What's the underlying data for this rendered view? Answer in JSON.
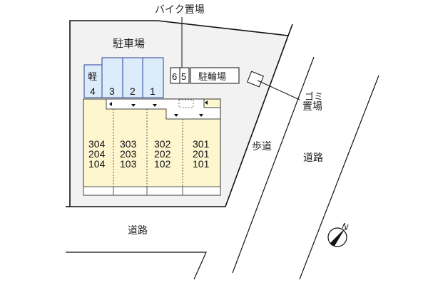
{
  "colors": {
    "lot_fill": "#f2f2f2",
    "parking_fill": "#dcecfb",
    "parking_stroke": "#2a3f9a",
    "building_fill": "#fdf6cf",
    "building_stroke": "#555555",
    "line": "#111111",
    "background": "#ffffff"
  },
  "labels": {
    "parking_lot": "駐車場",
    "bike_parking": "バイク置場",
    "bicycle_parking": "駐輪場",
    "garbage_area_line1": "ゴミ",
    "garbage_area_line2": "置場",
    "sidewalk": "歩道",
    "road_east": "道路",
    "road_south": "道路",
    "compass_north": "N"
  },
  "parking_spaces": [
    {
      "top": "軽",
      "number": "4"
    },
    {
      "top": "",
      "number": "3"
    },
    {
      "top": "",
      "number": "2"
    },
    {
      "top": "",
      "number": "1"
    }
  ],
  "bike_spaces": [
    "6",
    "5"
  ],
  "units": [
    {
      "col": "304",
      "floors": [
        "304",
        "204",
        "104"
      ]
    },
    {
      "col": "303",
      "floors": [
        "303",
        "203",
        "103"
      ]
    },
    {
      "col": "302",
      "floors": [
        "302",
        "202",
        "102"
      ]
    },
    {
      "col": "301",
      "floors": [
        "301",
        "201",
        "101"
      ]
    }
  ]
}
